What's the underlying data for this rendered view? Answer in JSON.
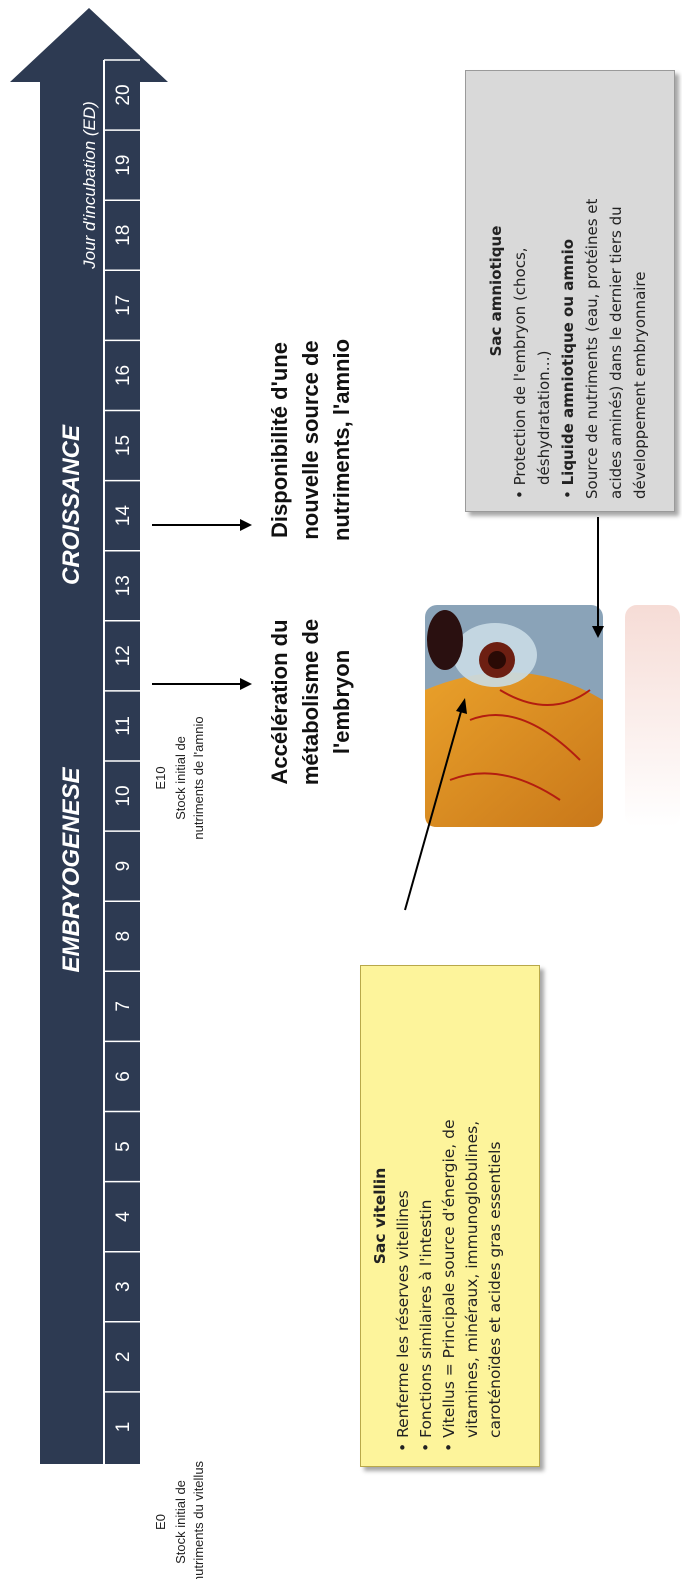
{
  "timeline": {
    "phases": [
      "EMBRYOGENESE",
      "CROISSANCE"
    ],
    "axis_label": "Jour d'incubation (ED)",
    "days": [
      "1",
      "2",
      "3",
      "4",
      "5",
      "6",
      "7",
      "8",
      "9",
      "10",
      "11",
      "12",
      "13",
      "14",
      "15",
      "16",
      "17",
      "18",
      "19",
      "20"
    ],
    "colors": {
      "arrow": "#2d3a52",
      "text": "#ffffff"
    }
  },
  "milestones": {
    "e0": [
      "E0",
      "Stock initial de",
      "nutriments du vitellus"
    ],
    "e10": [
      "E10",
      "Stock initial de",
      "nutriments de l'amnio"
    ]
  },
  "events": {
    "metabolism": [
      "Accélération du",
      "métabolisme de",
      "l'embryon"
    ],
    "amnio_source": [
      "Disponibilité d'une",
      "nouvelle source de",
      "nutriments, l'amnio"
    ]
  },
  "yolk_box": {
    "title": "Sac vitellin",
    "bullets": [
      "Renferme les réserves vitellines",
      "Fonctions similaires à l'intestin",
      "Vitellus = Principale source d'énergie, de",
      "vitamines, minéraux, immunoglobulines,",
      "caroténoïdes et acides gras essentiels"
    ],
    "color": "#fdf49b"
  },
  "amnio_box": {
    "title": "Sac amniotique",
    "lines": [
      "Protection de l'embryon (chocs,",
      "déshydratation…)",
      "Liquide amniotique ou amnio",
      "Source de nutriments (eau, protéines et",
      "acides aminés) dans le dernier tiers du",
      "développement embryonnaire"
    ],
    "color": "#d9d9d9"
  }
}
